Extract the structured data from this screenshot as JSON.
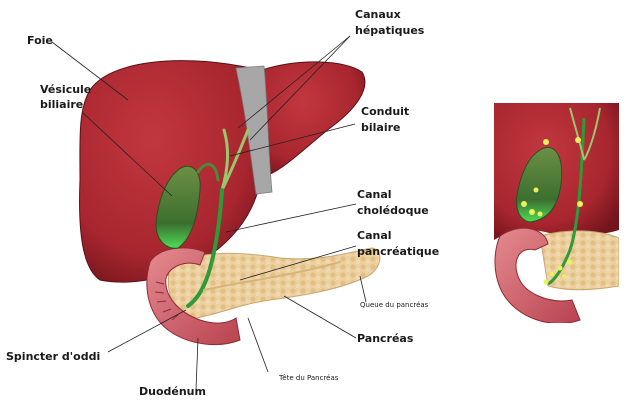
{
  "labels": {
    "foie": "Foie",
    "vesicule_line1": "Vésicule",
    "vesicule_line2": "biliaire",
    "canaux_line1": "Canaux",
    "canaux_line2": "hépatiques",
    "conduit_line1": "Conduit",
    "conduit_line2": "bilaire",
    "canal_choledoque_line1": "Canal",
    "canal_choledoque_line2": "cholédoque",
    "canal_pancreatique_line1": "Canal",
    "canal_pancreatique_line2": "pancréatique",
    "queue_pancreas": "Queue du pancréas",
    "pancreas": "Pancréas",
    "spincter": "Spincter d'oddi",
    "tete_pancreas": "Tête du Pancréas",
    "duodenum": "Duodénum"
  },
  "colors": {
    "liver": "#a8262f",
    "liver_dark": "#7e1820",
    "gallbladder": "#3f7a3a",
    "bile_duct": "#2e9a3a",
    "pancreas": "#e8c896",
    "duodenum": "#d9707a",
    "ligament": "#9a9a9a",
    "stones": "#e9f25a"
  }
}
